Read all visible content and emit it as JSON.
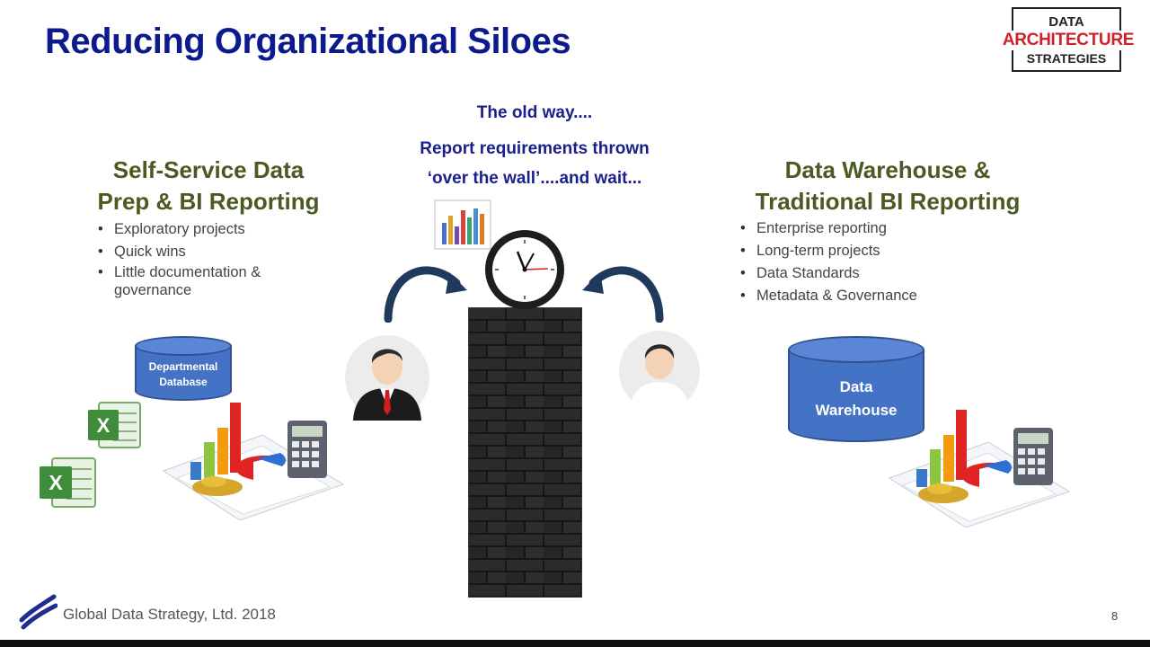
{
  "slide": {
    "title": "Reducing Organizational Siloes",
    "page_number": "8",
    "footer": "Global Data Strategy, Ltd. 2018"
  },
  "logo": {
    "line1": "DATA",
    "line2": "ARCHITECTURE",
    "line3": "STRATEGIES"
  },
  "center": {
    "heading": "The old way....",
    "line1": "Report requirements thrown",
    "line2": "‘over the wall’....and wait..."
  },
  "left": {
    "heading_line1": "Self-Service Data",
    "heading_line2": "Prep & BI Reporting",
    "bullets": [
      "Exploratory projects",
      "Quick wins",
      "Little documentation &",
      "governance"
    ],
    "database_line1": "Departmental",
    "database_line2": "Database"
  },
  "right": {
    "heading_line1": "Data Warehouse &",
    "heading_line2": "Traditional BI Reporting",
    "bullets": [
      "Enterprise reporting",
      "Long-term projects",
      "Data Standards",
      "Metadata & Governance"
    ],
    "database_line1": "Data",
    "database_line2": "Warehouse"
  },
  "icons": {
    "excel": "X",
    "colors": {
      "title": "#0d1a8c",
      "heading": "#4a5a22",
      "db": "#4472c4",
      "accent": "#d1202c"
    }
  }
}
